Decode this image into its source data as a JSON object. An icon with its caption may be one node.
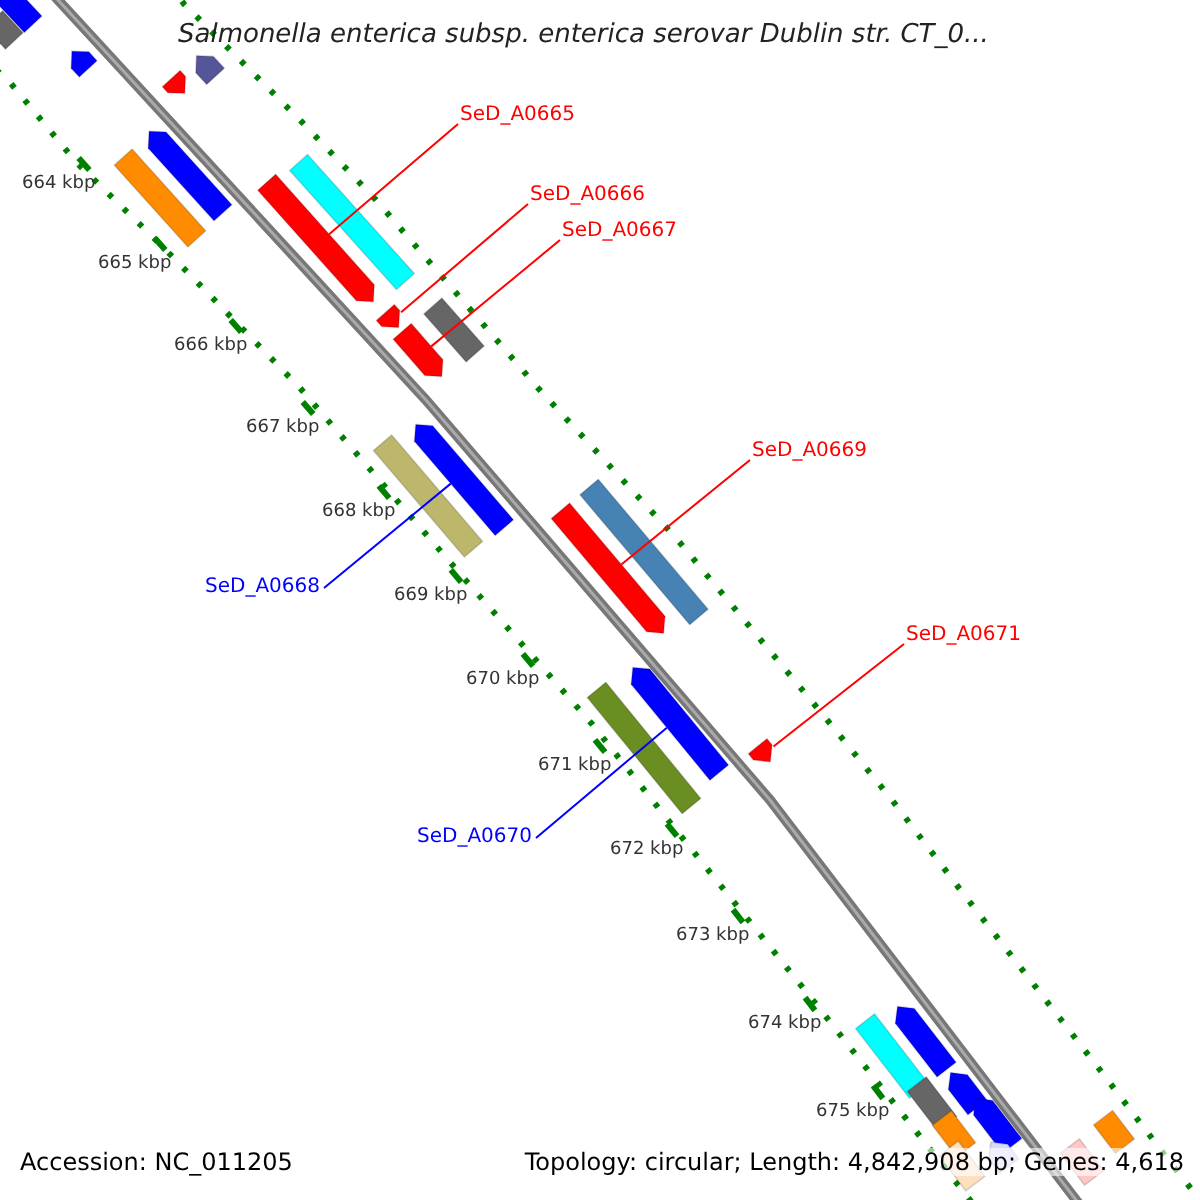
{
  "diagram": {
    "title": "Salmonella enterica subsp. enterica serovar Dublin str. CT_0...",
    "nodes": [
      {
        "text": [
          "SeD_A0665"
        ]
      },
      {
        "text": [],
        "shape": "arrow"
      },
      {
        "text": [
          "SeD_A0666"
        ]
      },
      {
        "text": [],
        "shape": "arrow"
      },
      {
        "text": [
          "SeD_A0667"
        ]
      },
      {
        "text": [],
        "shape": "arrow"
      },
      {
        "text": [
          "SeD_A0668"
        ]
      },
      {
        "text": [],
        "shape": "arrow"
      },
      {
        "text": [
          "SeD_A0669"
        ]
      },
      {
        "text": [],
        "shape": "arrow"
      },
      {
        "text": [
          "SeD_A0670"
        ]
      },
      {
        "text": [],
        "shape": "arrow"
      },
      {
        "text": [
          "SeD_A0671"
        ]
      },
      {
        "text": [],
        "shape": "arrow"
      },
      {
        "text": [],
        "shape": "arrow"
      },
      {
        "text": [],
        "shape": "bar"
      },
      {
        "text": [],
        "shape": "arrow"
      },
      {
        "text": [],
        "shape": "arrow"
      },
      {
        "text": [],
        "shape": "arrow"
      },
      {
        "text": [],
        "shape": "bar"
      },
      {
        "text": [],
        "shape": "arrow"
      },
      {
        "text": [],
        "shape": "bar"
      },
      {
        "text": [],
        "shape": "bar"
      },
      {
        "text": [],
        "shape": "bar"
      },
      {
        "text": [],
        "shape": "bar"
      },
      {
        "text": [],
        "shape": "bar"
      },
      {
        "text": [],
        "shape": "bar"
      },
      {
        "text": [],
        "shape": "arrow"
      },
      {
        "text": [],
        "shape": "arrow"
      },
      {
        "text": [],
        "shape": "arrow"
      },
      {
        "text": [],
        "shape": "bar"
      },
      {
        "text": [],
        "shape": "bar"
      },
      {
        "text": [],
        "shape": "bar"
      },
      {
        "text": [],
        "shape": "bar"
      },
      {
        "text": [],
        "shape": "bar"
      },
      {
        "text": [],
        "shape": "arrow"
      }
    ],
    "edges": [
      {
        "from": 0,
        "to": 1,
        "arrow": "none"
      },
      {
        "from": 2,
        "to": 3,
        "arrow": "none"
      },
      {
        "from": 4,
        "to": 5,
        "arrow": "none"
      },
      {
        "from": 6,
        "to": 7,
        "arrow": "none",
        "color": "#0000ff"
      },
      {
        "from": 8,
        "to": 9,
        "arrow": "none"
      },
      {
        "from": 10,
        "to": 11,
        "arrow": "none",
        "color": "#0000ff"
      },
      {
        "from": 12,
        "to": 13,
        "arrow": "none"
      }
    ],
    "labels": [
      "664 kbp",
      "665 kbp",
      "666 kbp",
      "667 kbp",
      "668 kbp",
      "669 kbp",
      "670 kbp",
      "671 kbp",
      "672 kbp",
      "673 kbp",
      "674 kbp",
      "675 kbp",
      "Accession: NC_011205",
      "Topology: circular; Length: 4,842,908 bp; Genes: 4,618"
    ]
  }
}
